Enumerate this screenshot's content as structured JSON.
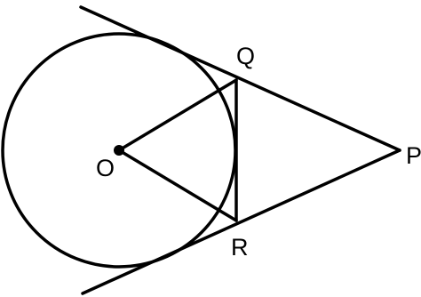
{
  "labels": {
    "center": "O",
    "tangent_point_upper": "Q",
    "tangent_point_lower": "R",
    "external_point": "P"
  },
  "colors": {
    "stroke": "#000000",
    "background": "#ffffff"
  }
}
